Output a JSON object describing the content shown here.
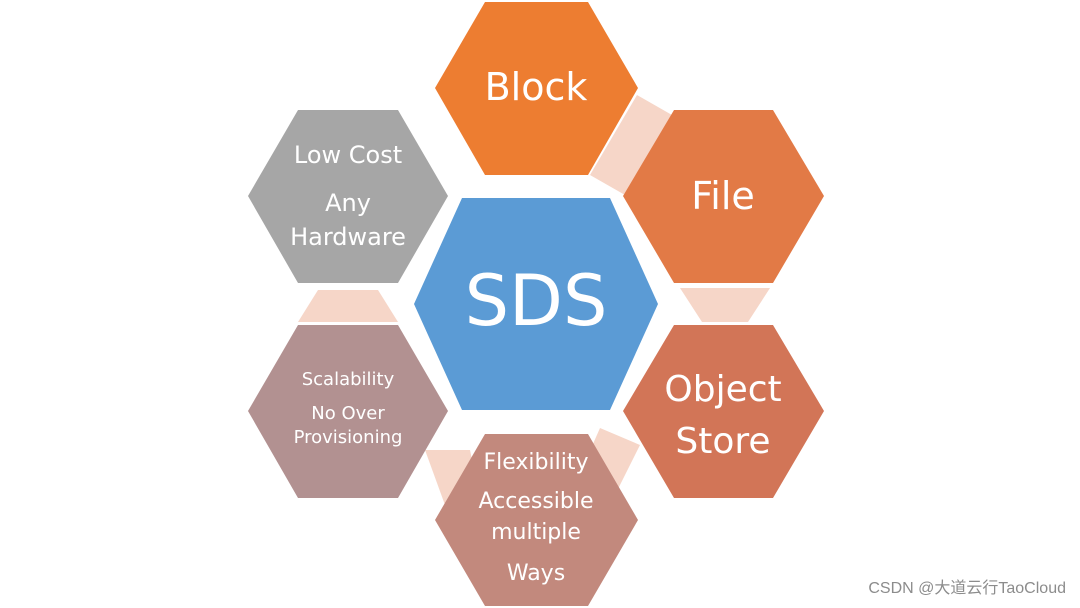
{
  "diagram": {
    "center": {
      "label": "SDS",
      "color": "#5b9bd5"
    },
    "nodes": {
      "block": {
        "label": "Block",
        "color": "#ed7d31"
      },
      "file": {
        "label": "File",
        "color": "#e27a46"
      },
      "object_store": {
        "lines": [
          "Object",
          "Store"
        ],
        "color": "#d27557"
      },
      "flexibility": {
        "lines": [
          "Flexibility",
          "Accessible",
          "multiple",
          "Ways"
        ],
        "color": "#c2897d"
      },
      "scalability": {
        "lines": [
          "Scalability",
          "No Over",
          "Provisioning"
        ],
        "color": "#b29191"
      },
      "low_cost": {
        "lines": [
          "Low Cost",
          "Any",
          "Hardware"
        ],
        "color": "#a6a6a6"
      }
    },
    "connector_color": "#f6d6c8"
  },
  "watermark": "CSDN @大道云行TaoCloud"
}
